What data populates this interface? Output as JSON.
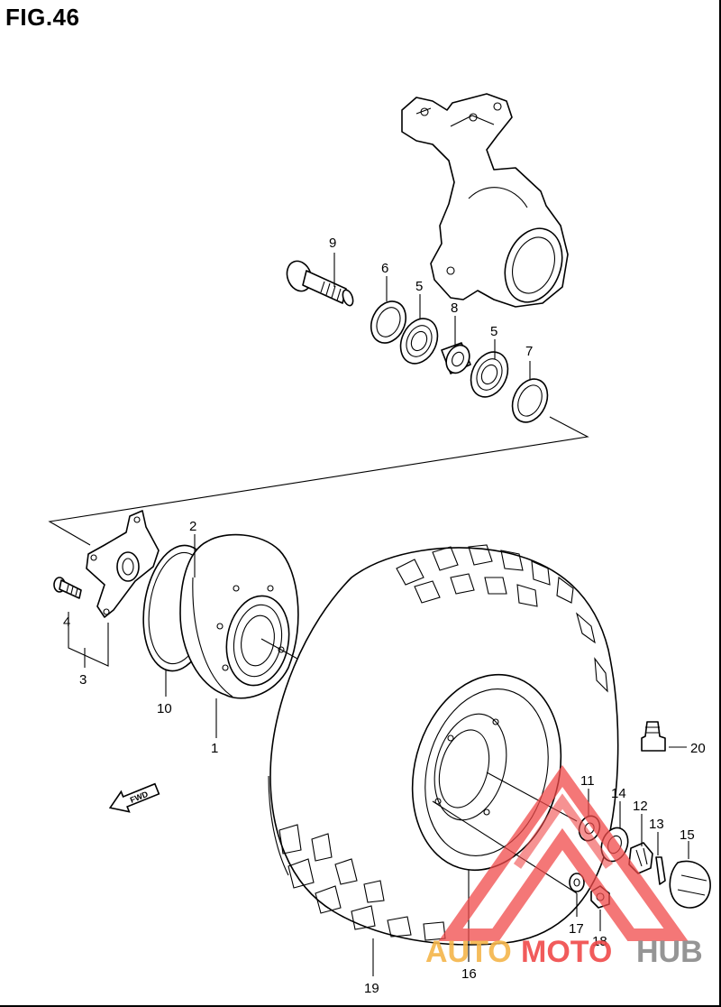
{
  "figure": {
    "title": "FIG.46"
  },
  "callouts": [
    {
      "id": "c1",
      "label": "1"
    },
    {
      "id": "c2",
      "label": "2"
    },
    {
      "id": "c3",
      "label": "3"
    },
    {
      "id": "c4",
      "label": "4"
    },
    {
      "id": "c5a",
      "label": "5"
    },
    {
      "id": "c5b",
      "label": "5"
    },
    {
      "id": "c6",
      "label": "6"
    },
    {
      "id": "c7",
      "label": "7"
    },
    {
      "id": "c8",
      "label": "8"
    },
    {
      "id": "c9",
      "label": "9"
    },
    {
      "id": "c10",
      "label": "10"
    },
    {
      "id": "c11",
      "label": "11"
    },
    {
      "id": "c12",
      "label": "12"
    },
    {
      "id": "c13",
      "label": "13"
    },
    {
      "id": "c14",
      "label": "14"
    },
    {
      "id": "c15",
      "label": "15"
    },
    {
      "id": "c16",
      "label": "16"
    },
    {
      "id": "c17",
      "label": "17"
    },
    {
      "id": "c18",
      "label": "18"
    },
    {
      "id": "c19",
      "label": "19"
    },
    {
      "id": "c20",
      "label": "20"
    }
  ],
  "direction_arrow": {
    "label": "FWD"
  },
  "watermark": {
    "part1": "AUTO",
    "part2": "MOTO",
    "part3": "HUB",
    "color_red": "#f04a4a",
    "color_orange": "#f5b54a",
    "color_gray": "#8a8a8a"
  }
}
